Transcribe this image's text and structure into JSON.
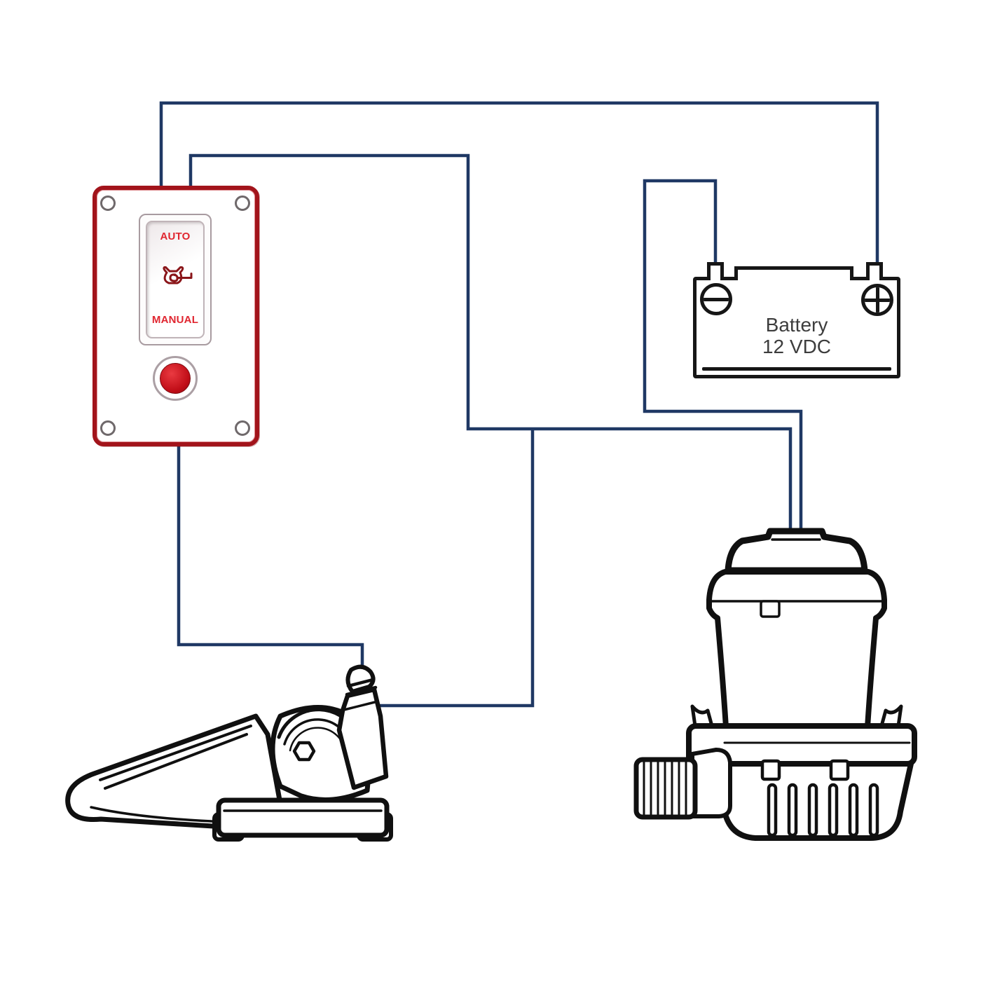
{
  "colors": {
    "wire_navy": "#1f3864",
    "panel_red": "#a2141b",
    "label_red": "#e02630",
    "indicator_red": "#c00d17",
    "outline_black": "#161616",
    "battery_text_gray": "#3d3d3d"
  },
  "switch_panel": {
    "auto_label": "AUTO",
    "manual_label": "MANUAL",
    "rocker_icon": "bilge-pump-icon",
    "indicator": "red-indicator-light"
  },
  "battery": {
    "label_line1": "Battery",
    "label_line2": "12 VDC",
    "left_terminal_symbol": "minus-screw",
    "right_terminal_symbol": "plus-screw"
  },
  "components": [
    "switch-panel",
    "battery-12vdc",
    "float-switch",
    "bilge-pump"
  ],
  "connections": [
    {
      "from": "switch-panel-top",
      "to": "battery-positive-terminal"
    },
    {
      "from": "switch-panel-top",
      "to": "bilge-pump"
    },
    {
      "from": "battery-negative-terminal",
      "to": "bilge-pump"
    },
    {
      "from": "switch-panel-bottom",
      "to": "float-switch"
    },
    {
      "from": "float-switch",
      "to": "pump-feed-wire-junction"
    }
  ]
}
